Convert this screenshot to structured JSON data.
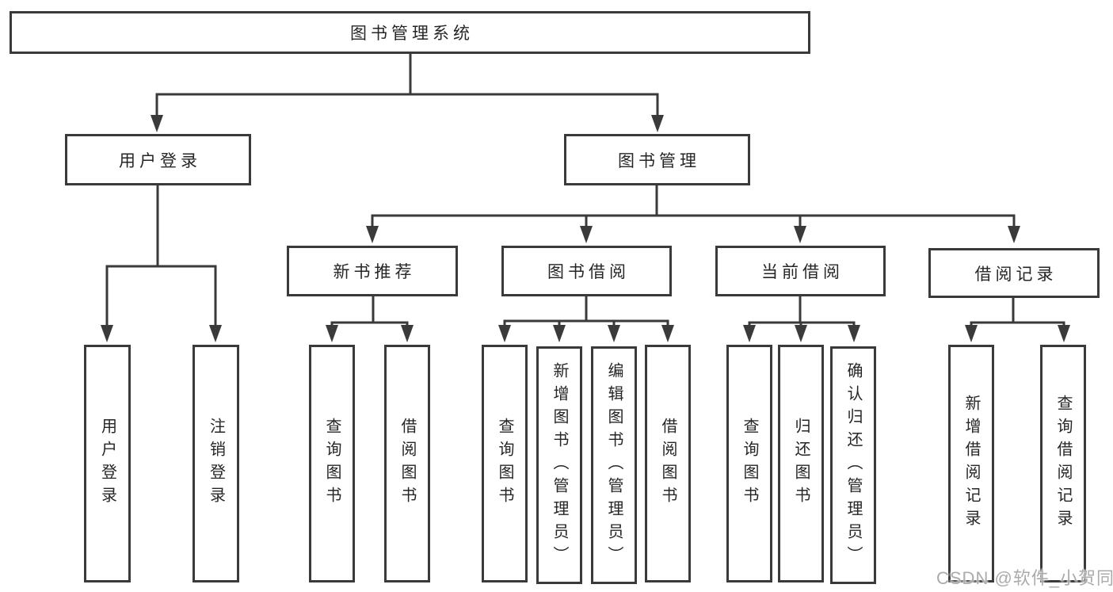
{
  "root": {
    "label": "图书管理系统"
  },
  "branches": {
    "user": {
      "label": "用户登录",
      "children": [
        "用户登录",
        "注销登录"
      ]
    },
    "book": {
      "label": "图书管理",
      "sections": [
        {
          "label": "新书推荐",
          "children": [
            "查询图书",
            "借阅图书"
          ]
        },
        {
          "label": "图书借阅",
          "children": [
            "查询图书",
            "新增图书（管理员）",
            "编辑图书（管理员）",
            "借阅图书"
          ]
        },
        {
          "label": "当前借阅",
          "children": [
            "查询图书",
            "归还图书",
            "确认归还（管理员）"
          ]
        },
        {
          "label": "借阅记录",
          "children": [
            "新增借阅记录",
            "查询借阅记录"
          ]
        }
      ]
    }
  },
  "watermark": "CSDN @软件_小贺同学",
  "colors": {
    "line": "#3a3a3a",
    "text": "#262626",
    "background": "#ffffff",
    "watermark": "#ababab"
  }
}
